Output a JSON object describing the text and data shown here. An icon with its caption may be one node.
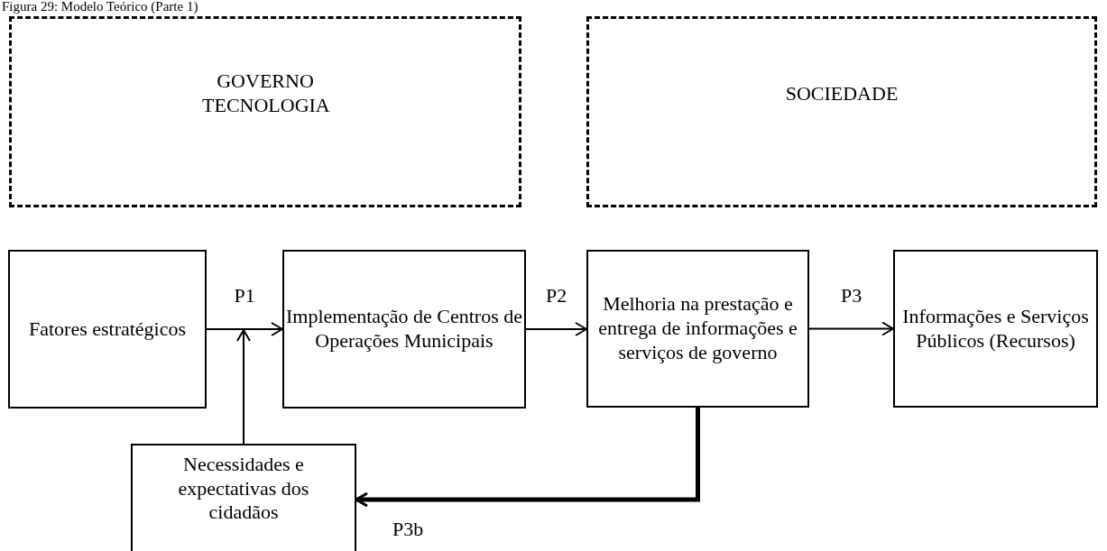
{
  "diagram": {
    "title": "Figura 29: Modelo Teórico (Parte 1)",
    "nodes": [
      {
        "text": [
          "GOVERNO TECNOLOGIA"
        ]
      },
      {
        "text": [
          "SOCIEDADE"
        ]
      },
      {
        "text": [
          "Fatores estratégicos"
        ]
      },
      {
        "text": [
          "Implementação de Centros de Operações Municipais"
        ]
      },
      {
        "text": [
          "Melhoria na prestação e entrega de informações e serviços de governo"
        ]
      },
      {
        "text": [
          "Informações e Serviços Públicos (Recursos)"
        ]
      },
      {
        "text": [
          "Necessidades e expectativas dos cidadãos"
        ]
      }
    ],
    "edges": [
      {
        "from": 2,
        "to": 3,
        "arrow": "to",
        "label": "P1"
      },
      {
        "from": 6,
        "to": 3,
        "arrow": "to"
      },
      {
        "from": 3,
        "to": 4,
        "arrow": "to",
        "label": "P2"
      },
      {
        "from": 4,
        "to": 5,
        "arrow": "to",
        "label": "P3"
      },
      {
        "from": 4,
        "to": 6,
        "arrow": "to",
        "label": "P3b",
        "style": "thick"
      }
    ]
  }
}
